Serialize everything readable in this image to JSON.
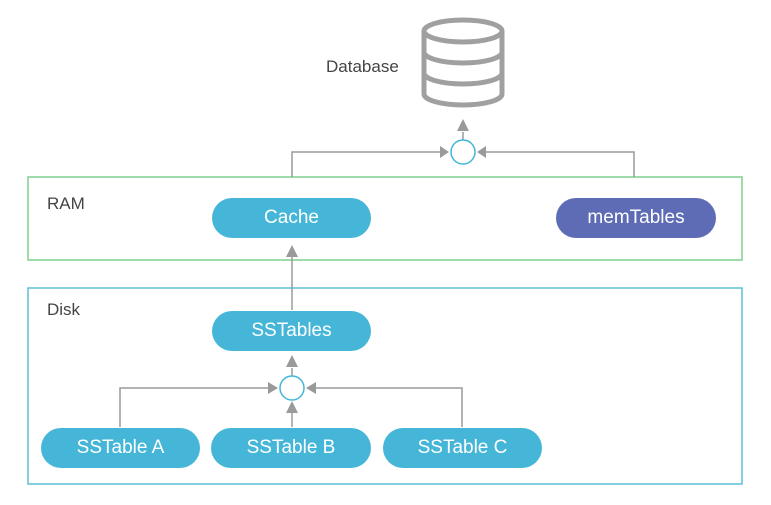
{
  "database": {
    "label": "Database",
    "icon": "database-icon"
  },
  "ram": {
    "label": "RAM",
    "cache": "Cache",
    "memtables": "memTables"
  },
  "disk": {
    "label": "Disk",
    "sstables": "SSTables",
    "a": "SSTable A",
    "b": "SSTable B",
    "c": "SSTable C"
  },
  "colors": {
    "cyan": "#45b6d8",
    "purple": "#5d6cb4",
    "ram_border": "#7fd08f",
    "disk_border": "#5bc0d8",
    "arrow": "#999999",
    "merge": "#45b6d8"
  }
}
